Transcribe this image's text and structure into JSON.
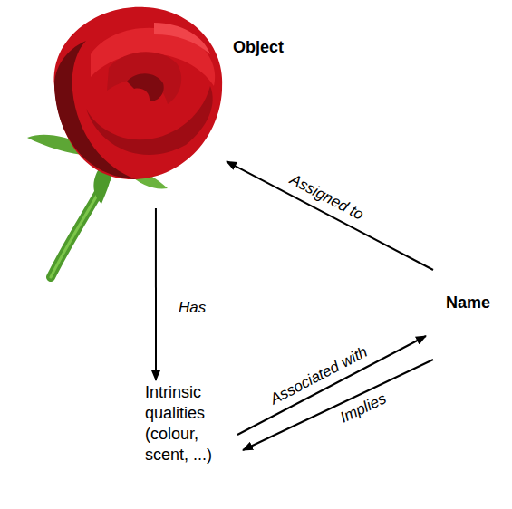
{
  "diagram": {
    "nodes": [
      {
        "text": [
          "Object"
        ]
      },
      {
        "text": [
          "Name"
        ]
      },
      {
        "text": [
          "Intrinsic qualities (colour, scent, ...)"
        ]
      }
    ],
    "edges": [
      {
        "from": 1,
        "to": 0,
        "arrow": "to",
        "label": "Assigned to"
      },
      {
        "from": 0,
        "to": 2,
        "arrow": "to",
        "label": "Has"
      },
      {
        "from": 2,
        "to": 1,
        "arrow": "to",
        "label": "Associated with"
      },
      {
        "from": 1,
        "to": 2,
        "arrow": "to",
        "label": "Implies"
      }
    ]
  }
}
